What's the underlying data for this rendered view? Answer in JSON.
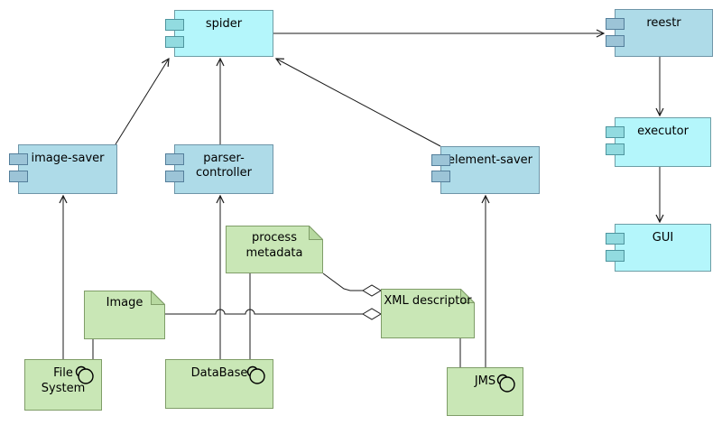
{
  "diagram_type": "UML component diagram",
  "components": {
    "spider": {
      "label": "spider",
      "color": "#b4f6fb"
    },
    "reestr": {
      "label": "reestr",
      "color": "#aedbe8"
    },
    "executor": {
      "label": "executor",
      "color": "#b4f6fb"
    },
    "gui": {
      "label": "GUI",
      "color": "#b4f6fb"
    },
    "image_saver": {
      "label": "image-saver",
      "color": "#aedbe8"
    },
    "parser_controller": {
      "label": "parser-\ncontroller",
      "color": "#aedbe8"
    },
    "element_saver": {
      "label": "element-saver",
      "color": "#aedbe8"
    }
  },
  "notes": {
    "process_metadata": {
      "label": "process\nmetadata"
    },
    "image": {
      "label": "Image"
    },
    "xml_descriptor": {
      "label": "XML descriptor"
    }
  },
  "nodes": {
    "file_system": {
      "label": "File\nSystem",
      "icon": "interface-circle"
    },
    "database": {
      "label": "DataBase",
      "icon": "interface-circle"
    },
    "jms": {
      "label": "JMS",
      "icon": "interface-circle"
    }
  },
  "colors": {
    "cyan_fill": "#b4f6fb",
    "blue_fill": "#aedbe8",
    "green_fill": "#c9e7b6",
    "line": "#1a1a1a",
    "background": "#ffffff"
  },
  "connections": [
    {
      "from": "image-saver",
      "to": "spider",
      "style": "arrow"
    },
    {
      "from": "parser-controller",
      "to": "spider",
      "style": "arrow"
    },
    {
      "from": "element-saver",
      "to": "spider",
      "style": "arrow"
    },
    {
      "from": "spider",
      "to": "reestr",
      "style": "arrow"
    },
    {
      "from": "reestr",
      "to": "executor",
      "style": "arrow"
    },
    {
      "from": "executor",
      "to": "GUI",
      "style": "arrow"
    },
    {
      "from": "File System",
      "to": "image-saver",
      "style": "arrow"
    },
    {
      "from": "Image",
      "to": "File System",
      "style": "line"
    },
    {
      "from": "DataBase",
      "to": "parser-controller",
      "style": "arrow"
    },
    {
      "from": "DataBase",
      "to": "process metadata",
      "style": "line"
    },
    {
      "from": "process metadata",
      "to": "XML descriptor",
      "style": "diamond"
    },
    {
      "from": "Image",
      "to": "XML descriptor",
      "style": "diamond"
    },
    {
      "from": "XML descriptor",
      "to": "JMS",
      "style": "line"
    },
    {
      "from": "JMS",
      "to": "element-saver",
      "style": "arrow"
    }
  ]
}
